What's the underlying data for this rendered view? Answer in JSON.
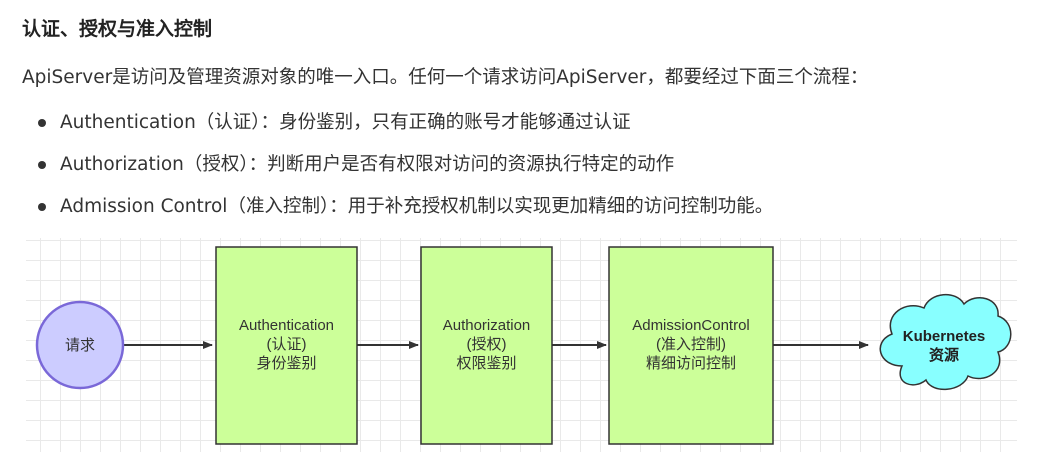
{
  "heading": "认证、授权与准入控制",
  "intro": "ApiServer是访问及管理资源对象的唯一入口。任何一个请求访问ApiServer，都要经过下面三个流程：",
  "steps": [
    {
      "term": "Authentication（认证）：",
      "desc": "身份鉴别，只有正确的账号才能够通过认证"
    },
    {
      "term": "Authorization（授权）：",
      "desc": "判断用户是否有权限对访问的资源执行特定的动作"
    },
    {
      "term": "Admission Control（准入控制）：",
      "desc": "用于补充授权机制以实现更加精细的访问控制功能。"
    }
  ],
  "diagram": {
    "request_label": "请求",
    "boxes": [
      {
        "line1": "Authentication",
        "line2": "(认证)",
        "line3": "身份鉴别"
      },
      {
        "line1": "Authorization",
        "line2": "(授权)",
        "line3": "权限鉴别"
      },
      {
        "line1": "AdmissionControl",
        "line2": "(准入控制)",
        "line3": "精细访问控制"
      }
    ],
    "cloud_line1": "Kubernetes",
    "cloud_line2": "资源",
    "colors": {
      "circle_fill": "#ccccff",
      "circle_stroke": "#7a68d8",
      "box_fill": "#ccff99",
      "box_stroke": "#333333",
      "cloud_fill": "#88ffff",
      "cloud_stroke": "#333333",
      "arrow": "#333333"
    }
  }
}
